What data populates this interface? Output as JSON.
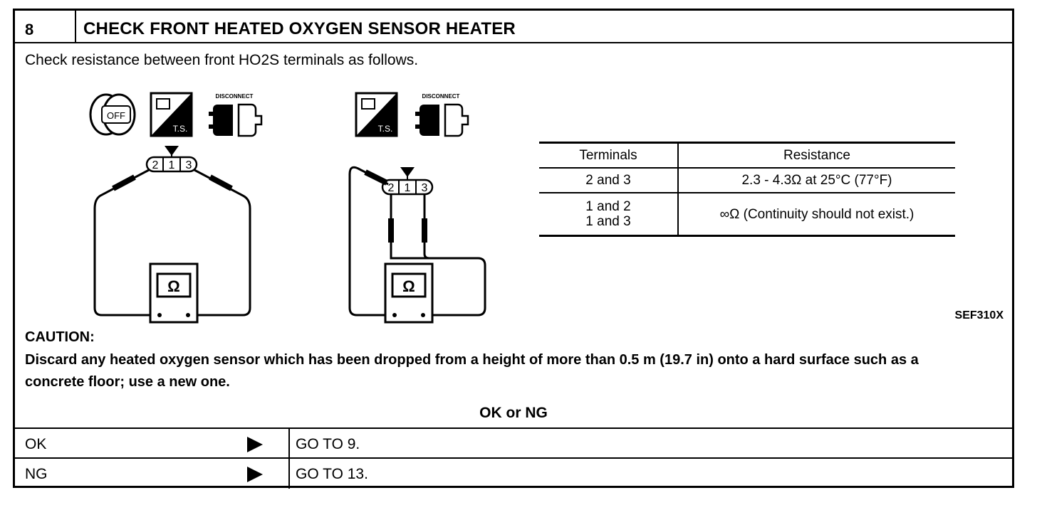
{
  "step": {
    "number": "8",
    "title": "CHECK FRONT HEATED OXYGEN SENSOR HEATER"
  },
  "instruction": "Check resistance between front HO2S terminals as follows.",
  "figure": {
    "left": {
      "icon_labels": {
        "ignition": "OFF",
        "ts": "T.S.",
        "disconnect": "DISCONNECT"
      },
      "terminals": [
        "2",
        "1",
        "3"
      ],
      "meter_symbol": "Ω"
    },
    "right": {
      "icon_labels": {
        "ts": "T.S.",
        "disconnect": "DISCONNECT"
      },
      "terminals": [
        "2",
        "1",
        "3"
      ],
      "meter_symbol": "Ω"
    },
    "reference": "SEF310X"
  },
  "table": {
    "headers": [
      "Terminals",
      "Resistance"
    ],
    "rows": [
      {
        "terminals": [
          "2 and 3"
        ],
        "resistance": "2.3 - 4.3Ω at 25°C (77°F)"
      },
      {
        "terminals": [
          "1 and 2",
          "1 and 3"
        ],
        "resistance": "∞Ω (Continuity should not exist.)"
      }
    ]
  },
  "caution": {
    "heading": "CAUTION:",
    "text": "Discard any heated oxygen sensor which has been dropped from a height of more than 0.5 m (19.7 in) onto a hard surface such as a concrete floor; use a new one."
  },
  "result_heading": "OK or NG",
  "results": [
    {
      "label": "OK",
      "action": "GO TO 9."
    },
    {
      "label": "NG",
      "action": "GO TO 13."
    }
  ]
}
